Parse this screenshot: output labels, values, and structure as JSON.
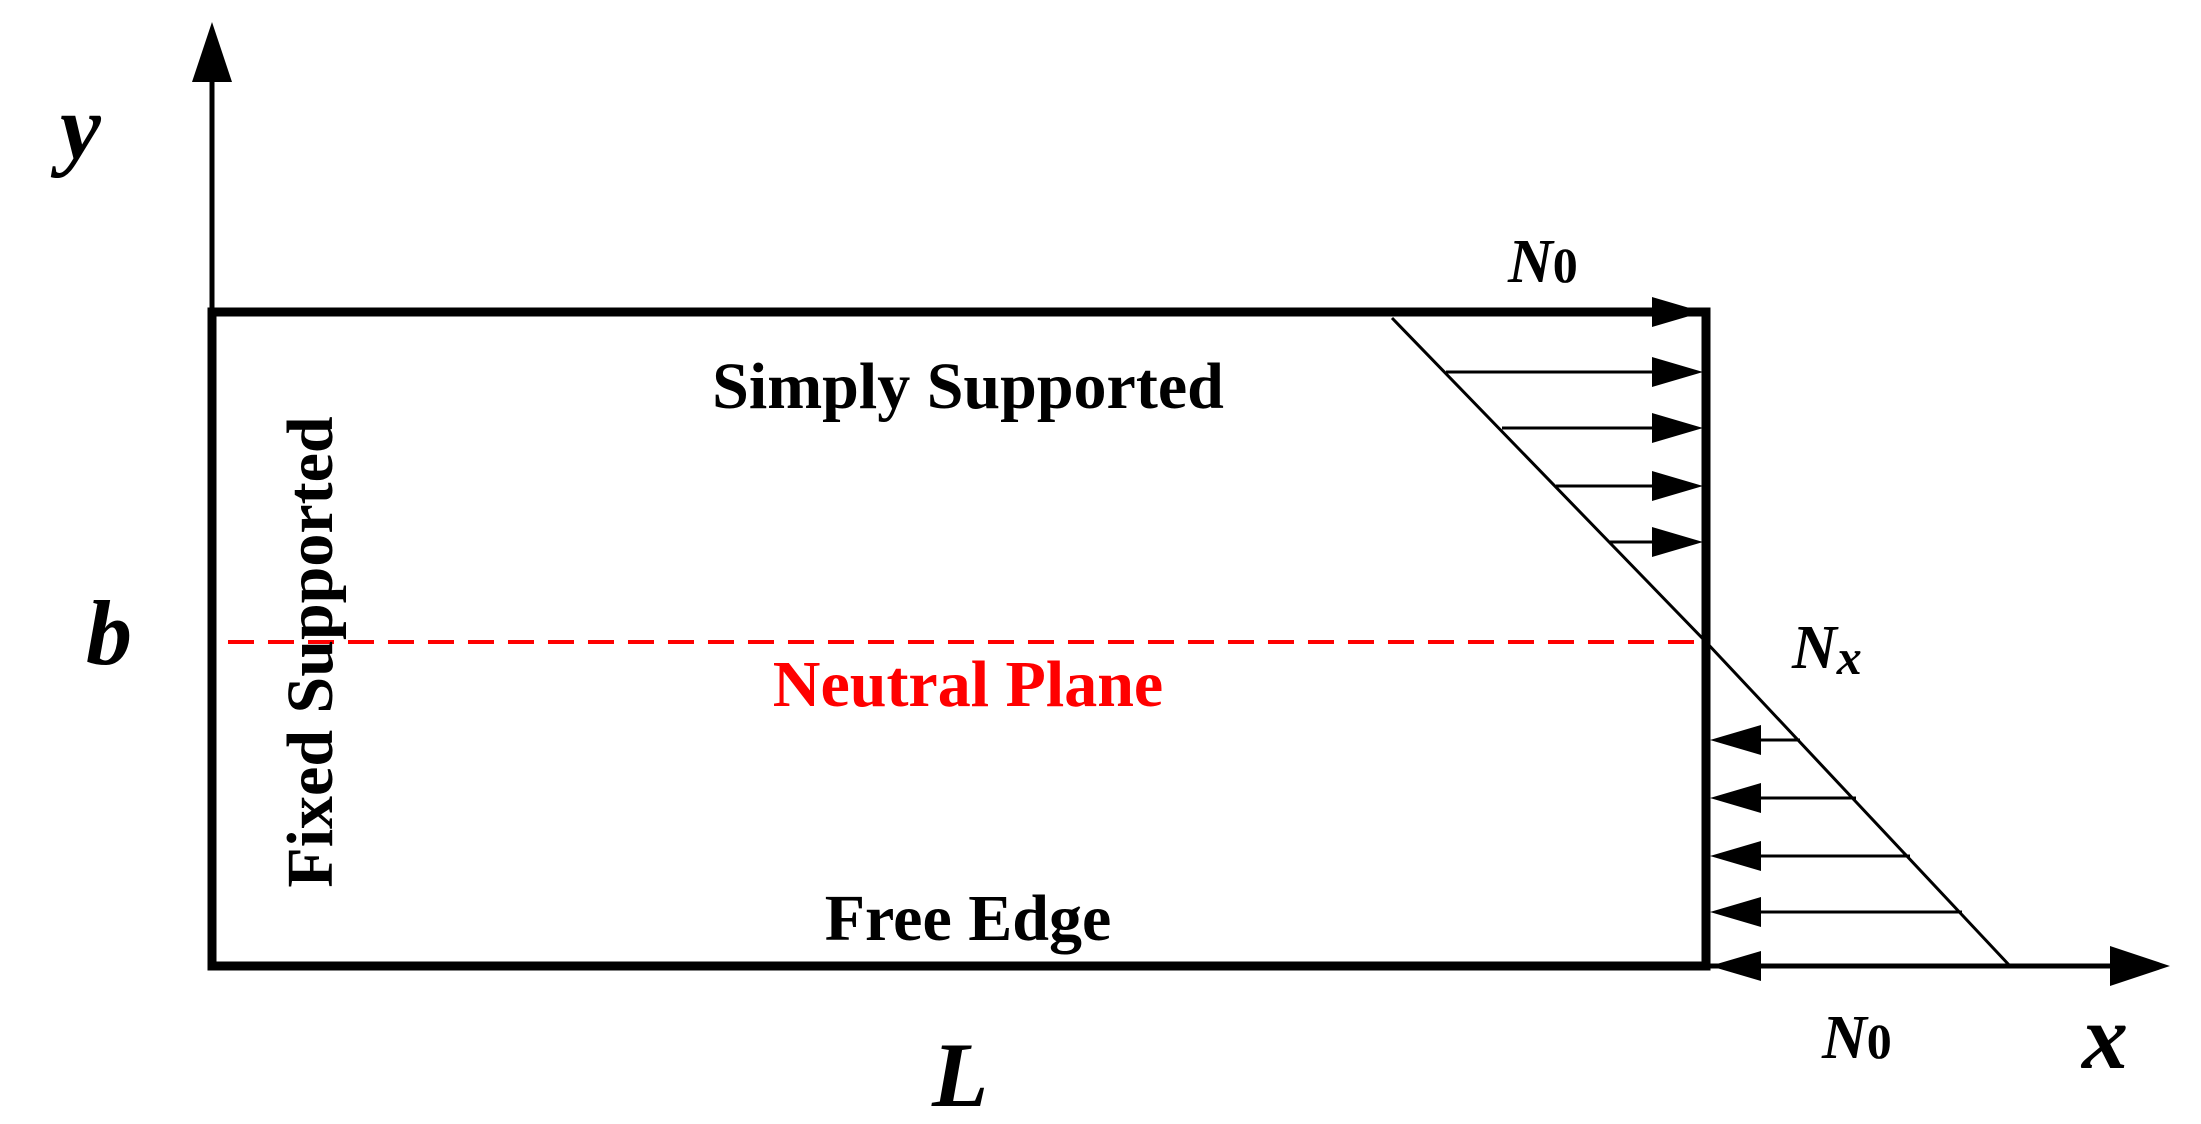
{
  "axes": {
    "x_label": "x",
    "y_label": "y",
    "length_label": "L",
    "width_label": "b"
  },
  "edges": {
    "top": "Simply Supported",
    "left": "Fixed Supported",
    "bottom": "Free Edge"
  },
  "neutral_plane": {
    "label": "Neutral Plane",
    "color": "#ff0000"
  },
  "loads": {
    "top_symbol": "N",
    "top_subscript": "0",
    "middle_symbol": "N",
    "middle_subscript": "x",
    "bottom_symbol": "N",
    "bottom_subscript": "0"
  },
  "colors": {
    "line": "#000000",
    "background": "#ffffff"
  }
}
